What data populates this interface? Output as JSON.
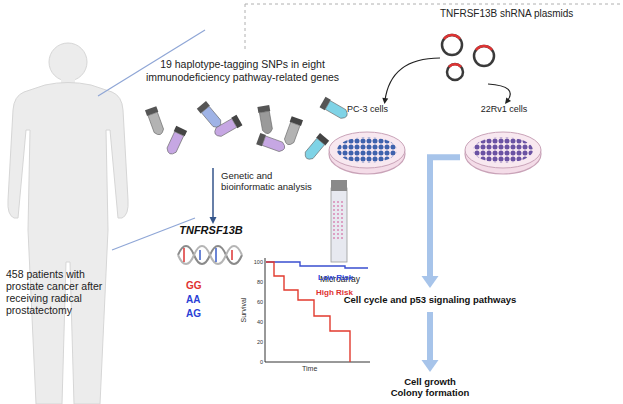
{
  "diagram": {
    "nodes": [
      {
        "text": [
          "19 haplotype-tagging SNPs in eight immunodeficiency pathway-related genes"
        ]
      },
      {
        "text": [
          "TNFRSF13B"
        ]
      },
      {
        "text": [
          "TNFRSF13B shRNA plasmids"
        ]
      },
      {
        "text": [
          "PC-3 cells"
        ]
      },
      {
        "text": [
          "22Rv1 cells"
        ]
      },
      {
        "text": [
          "Microarray"
        ]
      },
      {
        "text": [
          "Cell cycle and p53 signaling pathways"
        ]
      },
      {
        "text": [
          "Cell growth Colony formation"
        ]
      }
    ],
    "edges": [
      {
        "from": 0,
        "to": 1,
        "arrow": "to",
        "label": "Genetic and bioinformatic analysis"
      },
      {
        "from": 2,
        "to": 3,
        "arrow": "to"
      },
      {
        "from": 2,
        "to": 4,
        "arrow": "to"
      },
      {
        "from": 4,
        "to": 6,
        "arrow": "to"
      },
      {
        "from": 6,
        "to": 7,
        "arrow": "to"
      }
    ],
    "labels": [
      "458 patients with prostate cancer after receiving radical prostatectomy",
      "GG",
      "AA",
      "AG",
      "Survival",
      "Time",
      "Low Risk",
      "High Risk",
      "100",
      "80",
      "60",
      "40",
      "20",
      "0"
    ]
  }
}
